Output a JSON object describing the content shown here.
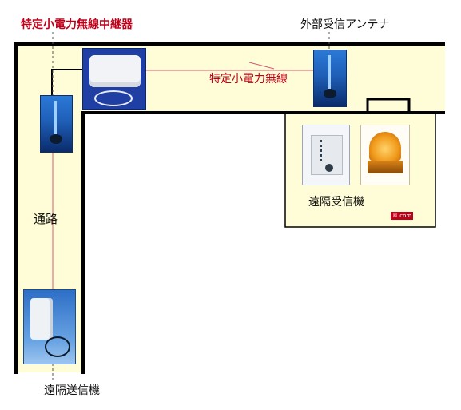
{
  "labels": {
    "relay": "特定小電力無線中継器",
    "external_antenna": "外部受信アンテナ",
    "radio_link": "特定小電力無線",
    "passage": "通路",
    "receiver": "遠隔受信機",
    "transmitter": "遠隔送信機",
    "watermark": "®.com"
  },
  "colors": {
    "passage_fill": "#fffdd7",
    "wall": "#000000",
    "accent_red": "#c0001a",
    "connector": "#d55a73"
  },
  "icons": [
    "relay-device-photo",
    "antenna-photo",
    "receiver-unit-photo",
    "rotating-lamp-photo",
    "transmitter-photo"
  ]
}
